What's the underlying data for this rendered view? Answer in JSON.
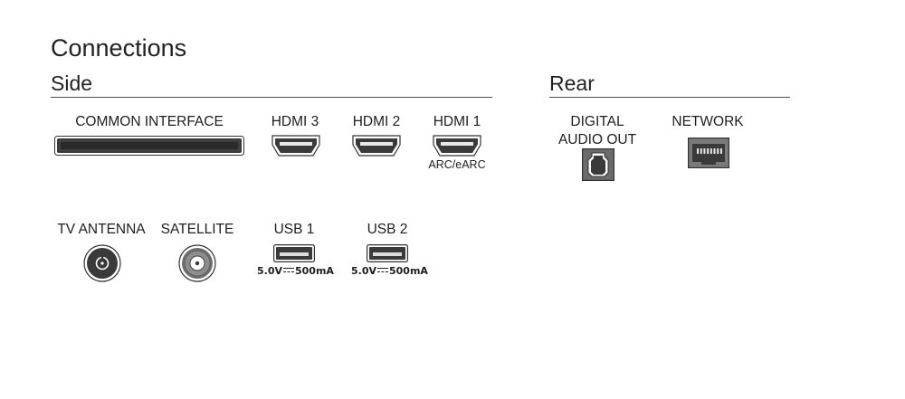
{
  "title": "Connections",
  "sections": {
    "side": "Side",
    "rear": "Rear"
  },
  "side_ports": {
    "common_interface": "COMMON INTERFACE",
    "hdmi3": "HDMI 3",
    "hdmi2": "HDMI 2",
    "hdmi1": "HDMI 1",
    "hdmi1_note": "ARC/eARC",
    "tv_antenna": "TV ANTENNA",
    "satellite": "SATELLITE",
    "usb1": "USB 1",
    "usb2": "USB 2",
    "usb_spec_voltage": "5.0V",
    "usb_spec_current": "500mA"
  },
  "rear_ports": {
    "digital_audio_out_line1": "DIGITAL",
    "digital_audio_out_line2": "AUDIO OUT",
    "network": "NETWORK"
  },
  "icons": [
    "ci-slot-icon",
    "hdmi-port-icon",
    "coax-antenna-icon",
    "satellite-f-connector-icon",
    "usb-a-port-icon",
    "optical-port-icon",
    "ethernet-port-icon"
  ],
  "colors": {
    "port_dark": "#333333",
    "port_mid": "#8a8a8a",
    "rule": "#4a4a4a"
  }
}
